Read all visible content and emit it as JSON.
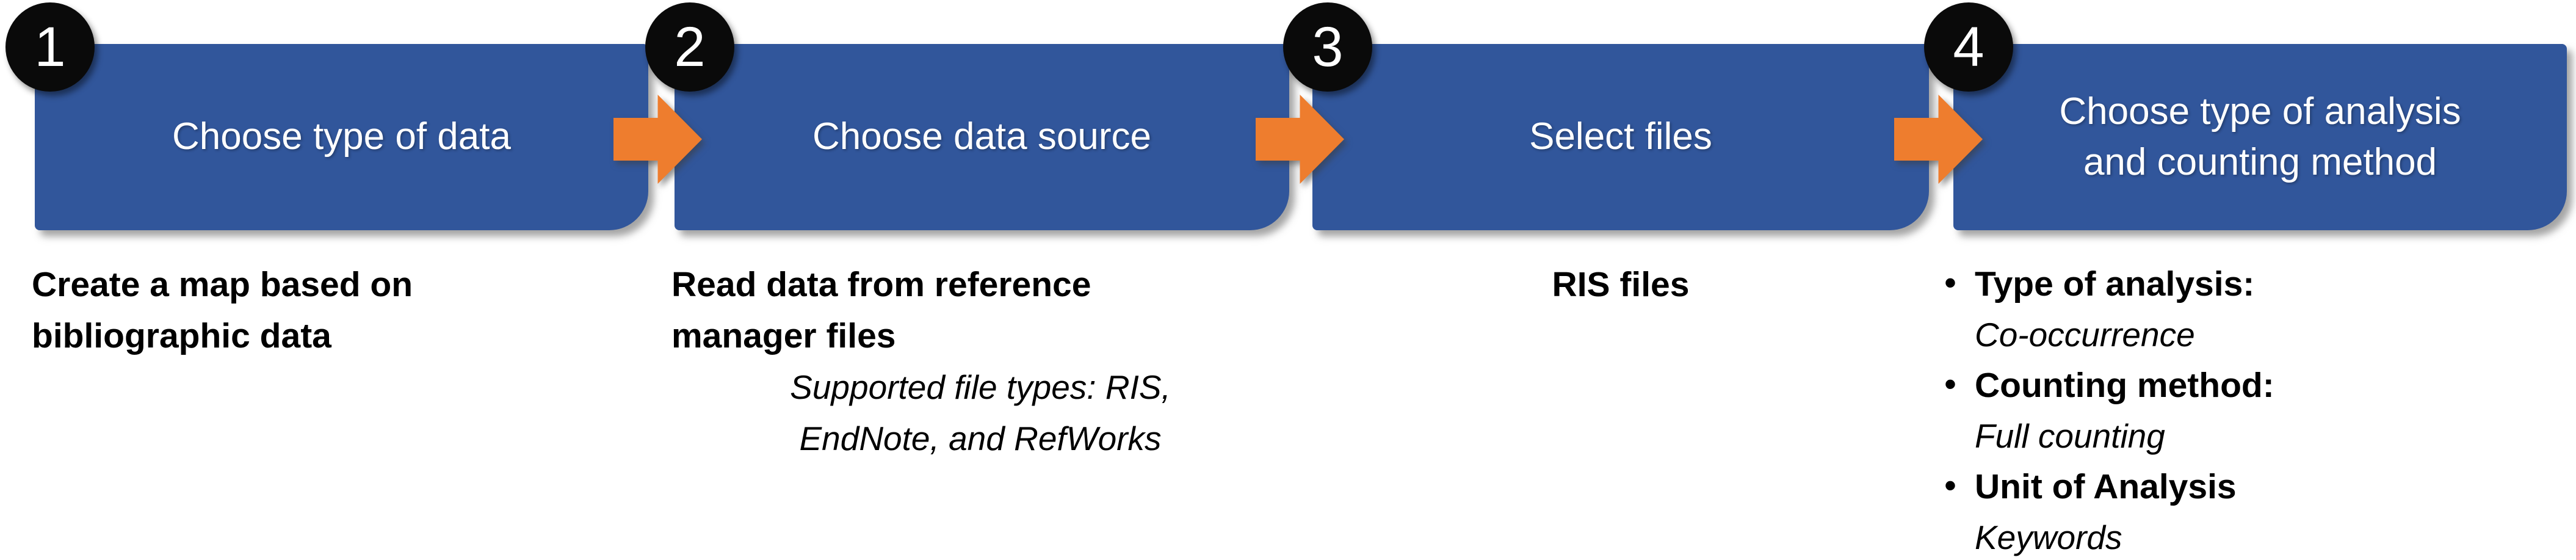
{
  "diagram": {
    "background": "#ffffff",
    "colors": {
      "box_blue": "#31569B",
      "arrow_orange": "#EE7D2E",
      "badge_black": "#0a0a0a",
      "title_white": "#ffffff",
      "text_black": "#000000"
    },
    "steps": [
      {
        "number": "1",
        "title_lines": [
          "Choose type of data"
        ],
        "description_lines": [
          "Create a map based on",
          "bibliographic data"
        ]
      },
      {
        "number": "2",
        "title_lines": [
          "Choose data source"
        ],
        "description_lines": [
          "Read data from reference",
          "manager files"
        ],
        "note_lines": [
          "Supported file types: RIS,",
          "EndNote, and RefWorks"
        ]
      },
      {
        "number": "3",
        "title_lines": [
          "Select files"
        ],
        "description_lines": [
          "RIS files"
        ]
      },
      {
        "number": "4",
        "title_lines": [
          "Choose type of analysis",
          "and counting method"
        ],
        "bullets": [
          {
            "label": "Type of analysis:",
            "value": "Co-occurrence"
          },
          {
            "label": "Counting method:",
            "value": "Full counting"
          },
          {
            "label": "Unit of Analysis",
            "value": "Keywords"
          }
        ]
      }
    ]
  }
}
